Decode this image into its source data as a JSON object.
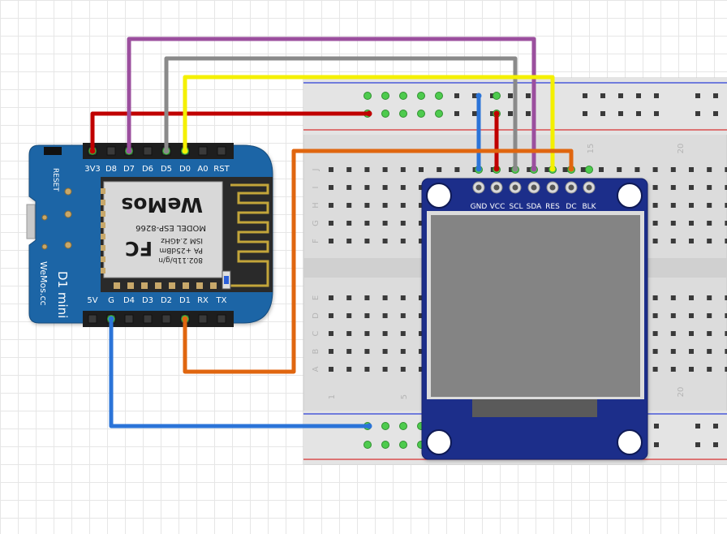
{
  "wemos": {
    "top_pins": [
      "3V3",
      "D8",
      "D7",
      "D6",
      "D5",
      "D0",
      "A0",
      "RST"
    ],
    "bottom_pins": [
      "5V",
      "G",
      "D4",
      "D3",
      "D2",
      "D1",
      "RX",
      "TX"
    ],
    "reset_label": "RESET",
    "brand_name": "WeMos",
    "model_label": "MODEL ESP-8266",
    "ism_label": "ISM 2.4GHz",
    "pa_label": "PA +25dBm",
    "wifi_label": "802.11b/g/n",
    "fcc_mark": "FC",
    "board_name": "D1 mini",
    "site_name": "WeMos.cc"
  },
  "display": {
    "pins": [
      "GND",
      "VCC",
      "SCL",
      "SDA",
      "RES",
      "DC",
      "BLK"
    ]
  },
  "breadboard": {
    "row_letters_top": [
      "J",
      "I",
      "H",
      "G",
      "F"
    ],
    "row_letters_bottom": [
      "E",
      "D",
      "C",
      "B",
      "A"
    ],
    "column_numbers_top": [
      "15",
      "20"
    ],
    "column_numbers_bottom": [
      "1",
      "5",
      "20"
    ]
  },
  "wires": {
    "vcc_color": "#c00000",
    "gnd_color": "#2b74d8",
    "sda_color": "#9b4f9e",
    "scl_color": "#8a8a8a",
    "res_color": "#f4f000",
    "dc_color": "#e0660f"
  }
}
